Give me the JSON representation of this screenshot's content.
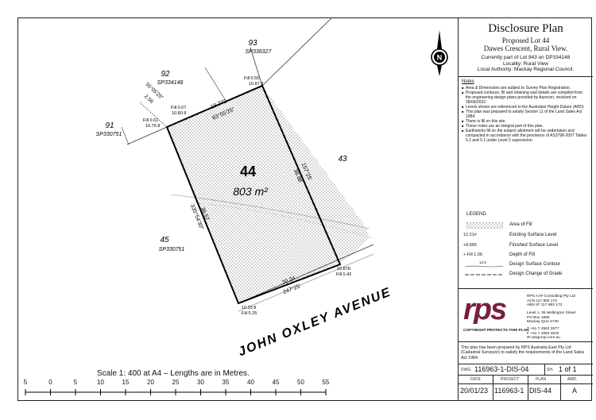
{
  "title_block": {
    "title": "Disclosure Plan",
    "subtitle_1": "Proposed Lot 44",
    "subtitle_2": "Dawes Crescent, Rural View.",
    "info_1": "Currently part of Lot 943 on DP334148",
    "info_2": "Locality: Rural View",
    "info_3": "Local Authority: Mackay Regional Council."
  },
  "notes": {
    "heading": "Notes",
    "items": [
      "Area & Dimensions are subject to Survey Plan Registration.",
      "Proposed contours, fill and retaining wall details are compiled from the engineering design plans provided by Aurecon, received on 28/06/2022.",
      "Levels shown are referenced to the Australian Height Datum (AHD)",
      "This plan was prepared to satisfy Section 11 of the Land Sales Act 1984.",
      "There is fill on this site.",
      "These notes are an integral part of this plan.",
      "Earthworks fill on the subject allotment will be undertaken and compacted in accordance with the provisions of AS3798-2007 Tables 5.1 and 5.1 under Level 2 supervision."
    ]
  },
  "legend": {
    "heading": "LEGEND",
    "items": [
      {
        "symbol": "",
        "label": "Area of Fill"
      },
      {
        "symbol": "12.21#",
        "label": "Existing Surface Level"
      },
      {
        "symbol": "+9.665",
        "label": "Finished Surface Level"
      },
      {
        "symbol": "+ Fill 1.06",
        "label": "Depth of Fill"
      },
      {
        "symbol": "12.5",
        "label": "Design Surface Contour"
      },
      {
        "symbol": "",
        "label": "Design Change of Grade"
      }
    ]
  },
  "company": {
    "logo": "rps",
    "lines": [
      "RPS AAP Consulting Pty Ltd",
      "ACN 117 883 173",
      "ABN 97 117 883 173",
      "",
      "Level 1, 35 Wellington Street",
      "PO Box 1895",
      "Mackay QLD 4740",
      "",
      "T +61 7 4953 3577",
      "F +61 7 4953 3622",
      "W rpsgroup.com.au"
    ],
    "copyright": "COPYRIGHT PROTECTS THIS PLAN",
    "prepared": "This plan has been prepared by RPS Australia East Pty Ltd (Cadastral Surveyor) to satisfy the requirements of the Land Sales Act 1984."
  },
  "drawing": {
    "dwg_label": "DWG.",
    "dwg": "116963-1-DIS-04",
    "sheet_label": "SH.",
    "sheet": "1 of 1",
    "date_label": "DATE",
    "date": "20/01/23",
    "project_label": "PROJECT",
    "project": "116963-1",
    "plan_label": "PLAN",
    "plan": "DIS-44",
    "amd_label": "AMD.",
    "amd": "A"
  },
  "plan": {
    "lot_number": "44",
    "lot_area": "803 m²",
    "street": "JOHN OXLEY AVENUE",
    "neighbours": [
      {
        "num": "93",
        "ref": "SP336327"
      },
      {
        "num": "92",
        "ref": "SP334148"
      },
      {
        "num": "91",
        "ref": "SP330751"
      },
      {
        "num": "43",
        "ref": ""
      },
      {
        "num": "45",
        "ref": "SP330751"
      }
    ],
    "dimensions": {
      "top_length": "18.772",
      "top_bearing": "63°55'25\"",
      "right_length": "38.88",
      "right_bearing": "157°25'",
      "left_length": "38.57",
      "left_bearing": "335°54'30\"",
      "bottom_length": "20.24",
      "bottom_bearing": "247°25'",
      "corner_length": "2.56",
      "corner_bearing": "55°05'25\""
    },
    "levels": {
      "tl_fill": "Fill 0.61",
      "tl_level": "10.76 8",
      "tm_fill": "Fill 0.67",
      "tm_level": "10.80 8",
      "tr_fill": "Fill 0.55",
      "tr_level": "10.87 8",
      "br_level": "10.878",
      "br_fill": "Fill 0.42",
      "bl_level": "10.33 8",
      "bl_fill": "Fill 0.25"
    },
    "north": "N"
  },
  "scale": {
    "text": "Scale 1: 400 at A4 – Lengths are in Metres.",
    "ticks": [
      "5",
      "0",
      "5",
      "10",
      "15",
      "20",
      "25",
      "30",
      "35",
      "40",
      "45",
      "50",
      "55"
    ]
  }
}
